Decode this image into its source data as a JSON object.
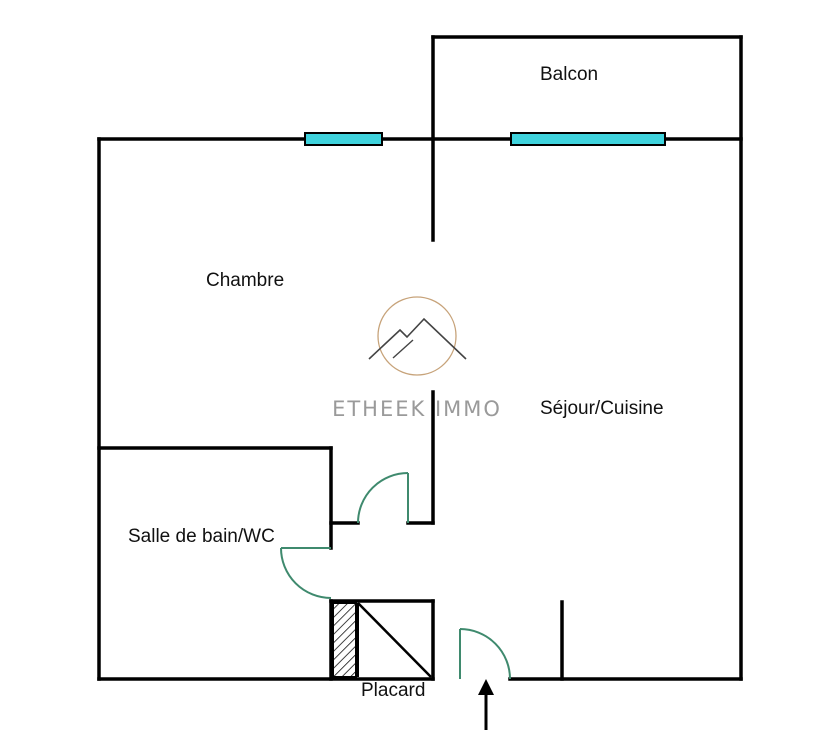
{
  "rooms": {
    "balcon": "Balcon",
    "chambre": "Chambre",
    "sejour": "Séjour/Cuisine",
    "salle_de_bain": "Salle de bain/WC",
    "placard": "Placard"
  },
  "watermark": {
    "text": "ETHEEK IMMO",
    "ring_color": "#c7a37a",
    "text_color": "#9a9a9a"
  },
  "colors": {
    "walls": "#000000",
    "windows": "#3fd3dd",
    "doors": "#3f8a6e"
  }
}
